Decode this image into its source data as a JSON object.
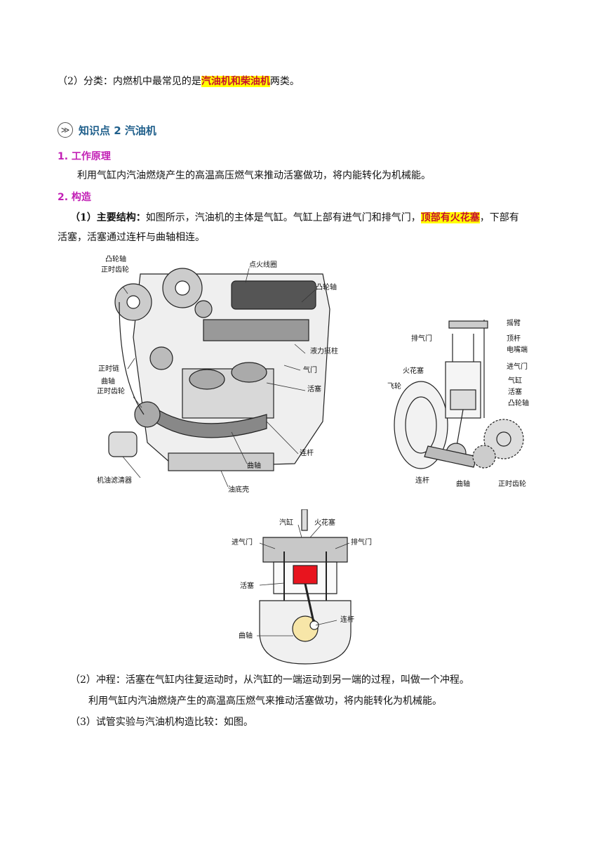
{
  "p_classification": {
    "prefix": "（2）分类：内燃机中最常见的是",
    "highlight": "汽油机和柴油机",
    "suffix": "两类。"
  },
  "section": {
    "badge_icon": "double-chevron-right-icon",
    "title": "知识点 2  汽油机"
  },
  "h_principle": "1. 工作原理",
  "p_principle": "利用气缸内汽油燃烧产生的高温高压燃气来推动活塞做功，将内能转化为机械能。",
  "h_structure": "2. 构造",
  "p_structure": {
    "lead": "（1）主要结构：",
    "text1": "如图所示，汽油机的主体是气缸。气缸上部有进气门和排气门，",
    "highlight": "顶部有火花塞",
    "text2": "，下部有",
    "line2": "活塞，活塞通过连杆与曲轴相连。"
  },
  "fig_engine": {
    "labels": [
      "凸轮轴",
      "正时齿轮",
      "点火线圈",
      "凸轮轴",
      "正时链",
      "液力挺柱",
      "气门",
      "曲轴",
      "正时齿轮",
      "活塞",
      "连杆",
      "曲轴",
      "机油滤清器",
      "油底壳"
    ]
  },
  "fig_side": {
    "labels": [
      "摇臂",
      "排气门",
      "顶杆",
      "电嘴端",
      "进气门",
      "火花塞",
      "飞轮",
      "气缸",
      "活塞",
      "凸轮轴",
      "连杆",
      "曲轴",
      "正时齿轮"
    ]
  },
  "fig_cross": {
    "labels": [
      "汽缸",
      "火花塞",
      "进气门",
      "排气门",
      "活塞",
      "连杆",
      "曲轴"
    ]
  },
  "p_stroke": "（2）冲程：活塞在气缸内往复运动时，从汽缸的一端运动到另一端的过程，叫做一个冲程。",
  "p_stroke2": "利用气缸内汽油燃烧产生的高温高压燃气来推动活塞做功，将内能转化为机械能。",
  "p_compare": "（3）试管实验与汽油机构造比较：如图。"
}
